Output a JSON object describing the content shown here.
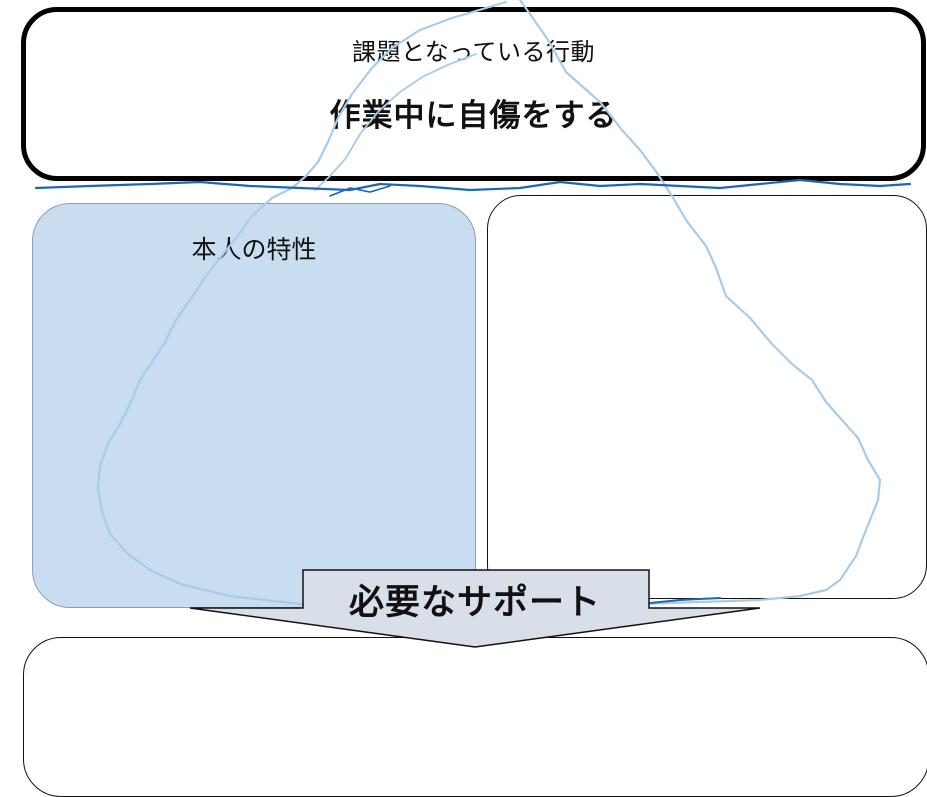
{
  "behavior": {
    "caption": "課題となっている行動",
    "text": "作業中に自傷をする"
  },
  "traits": {
    "label": "本人の特性"
  },
  "arrow": {
    "label": "必要なサポート"
  },
  "colors": {
    "traits_fill": "#c9ddf0",
    "arrow_fill": "#d8dfe9",
    "stroke_dark": "#1d66b5",
    "stroke_light": "#a9cbe8",
    "border": "#000000"
  }
}
